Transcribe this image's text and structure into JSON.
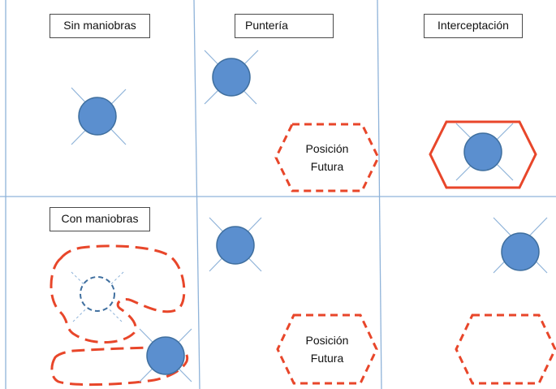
{
  "labels": {
    "sin_maniobras": "Sin maniobras",
    "punteria": "Puntería",
    "interceptacion": "Interceptación",
    "con_maniobras": "Con maniobras"
  },
  "future_position": {
    "line1": "Posición",
    "line2": "Futura"
  },
  "colors": {
    "grid_line": "#8fb3d9",
    "target_fill": "#5b8fcf",
    "target_stroke": "#3f6f9f",
    "path_red": "#e8462a",
    "label_border": "#4a4a4a"
  },
  "icons": [
    "target-circle-icon",
    "future-position-hexagon-icon",
    "maneuver-path-icon"
  ]
}
